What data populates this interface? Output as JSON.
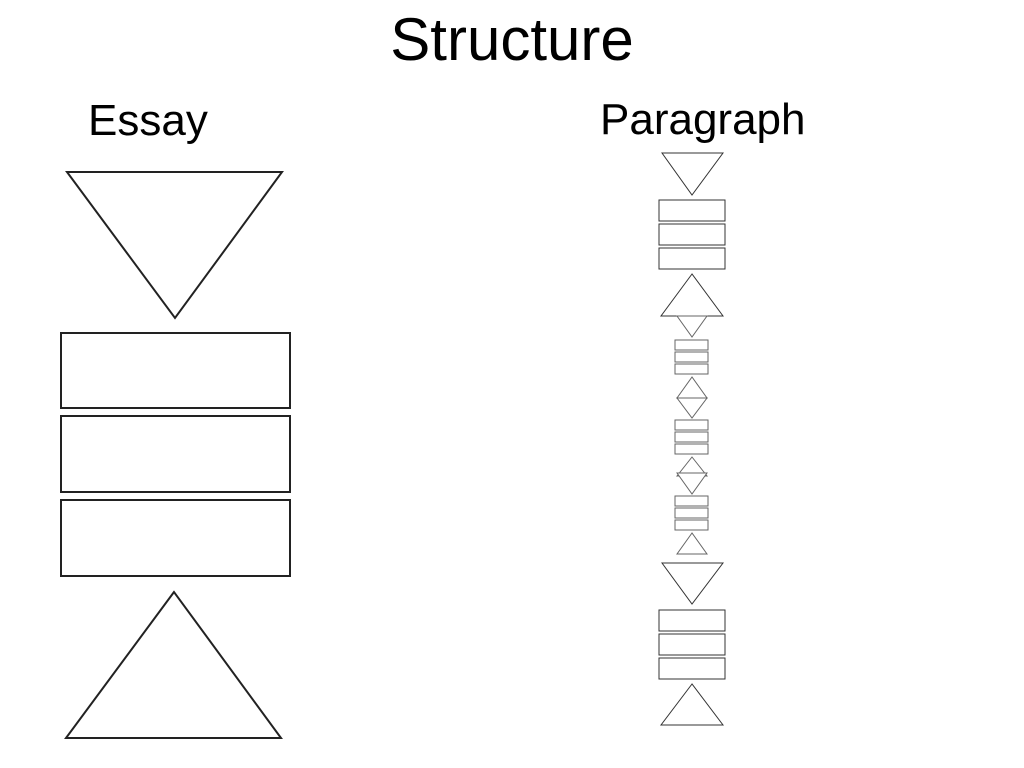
{
  "title": "Structure",
  "columns": {
    "essay": {
      "heading": "Essay"
    },
    "paragraph": {
      "heading": "Paragraph"
    }
  }
}
